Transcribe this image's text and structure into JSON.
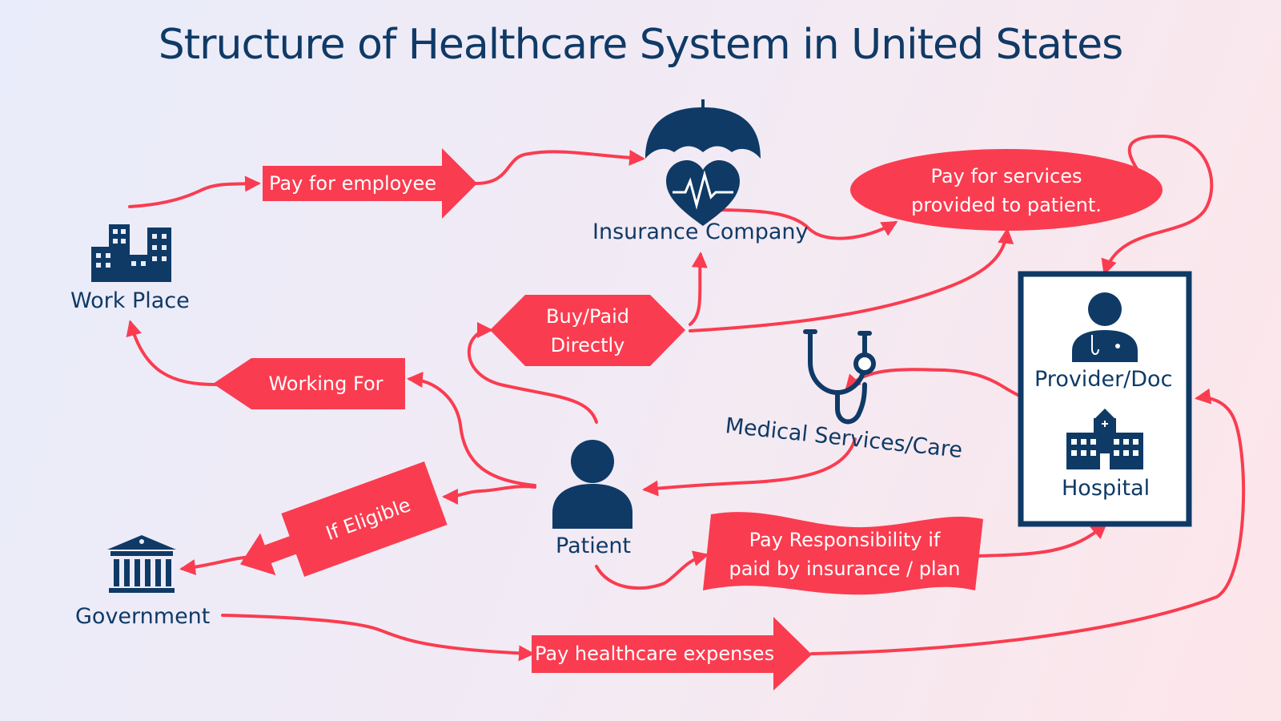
{
  "title": "Structure of Healthcare System in United States",
  "colors": {
    "accent": "#fa3c50",
    "navy": "#0f3a66"
  },
  "nodes": {
    "work_place": {
      "label": "Work Place",
      "icon": "buildings-icon"
    },
    "insurance_company": {
      "label": "Insurance Company",
      "icon": "umbrella-heart-icon"
    },
    "patient": {
      "label": "Patient",
      "icon": "person-icon"
    },
    "government": {
      "label": "Government",
      "icon": "government-building-icon"
    },
    "medical_services": {
      "label": "Medical Services/Care",
      "icon": "stethoscope-icon"
    },
    "provider": {
      "label": "Provider/Doc",
      "icon": "doctor-icon"
    },
    "hospital": {
      "label": "Hospital",
      "icon": "hospital-icon"
    }
  },
  "flows": {
    "pay_for_employee": "Pay for employee",
    "pay_for_services_line1": "Pay for services",
    "pay_for_services_line2": "provided to patient.",
    "buy_paid_line1": "Buy/Paid",
    "buy_paid_line2": "Directly",
    "working_for": "Working For",
    "if_eligible": "If Eligible",
    "pay_responsibility_line1": "Pay Responsibility if",
    "pay_responsibility_line2": "paid by insurance / plan",
    "pay_healthcare_expenses": "Pay healthcare expenses"
  }
}
